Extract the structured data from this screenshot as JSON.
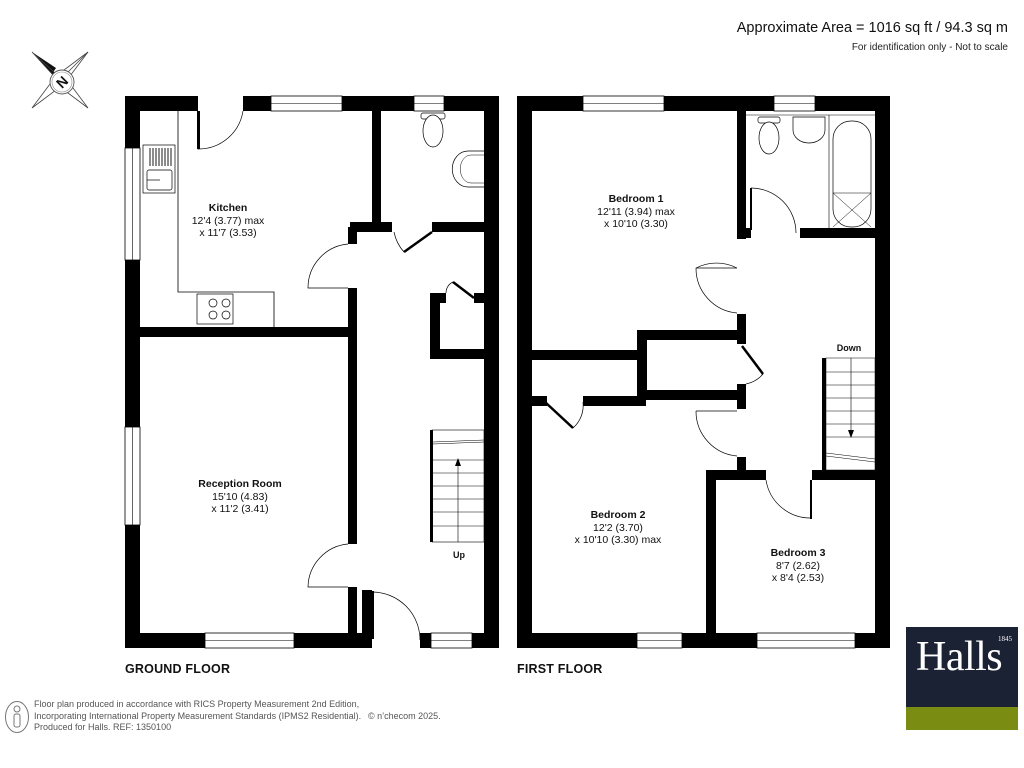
{
  "header": {
    "area_title": "Approximate Area = 1016 sq ft / 94.3 sq m",
    "area_note": "For identification only - Not to scale"
  },
  "compass": {
    "icon": "compass-north-icon",
    "letter": "N"
  },
  "ground_floor": {
    "title": "GROUND FLOOR",
    "rooms": [
      {
        "name": "Kitchen",
        "dim1": "12'4 (3.77) max",
        "dim2": "x 11'7 (3.53)"
      },
      {
        "name": "Reception Room",
        "dim1": "15'10 (4.83)",
        "dim2": "x 11'2 (3.41)"
      }
    ],
    "stairs_label": "Up"
  },
  "first_floor": {
    "title": "FIRST FLOOR",
    "rooms": [
      {
        "name": "Bedroom 1",
        "dim1": "12'11 (3.94) max",
        "dim2": "x 10'10 (3.30)"
      },
      {
        "name": "Bedroom 2",
        "dim1": "12'2 (3.70)",
        "dim2": "x 10'10 (3.30) max"
      },
      {
        "name": "Bedroom 3",
        "dim1": "8'7 (2.62)",
        "dim2": "x 8'4 (2.53)"
      }
    ],
    "stairs_label": "Down"
  },
  "footer": {
    "line1": "Floor plan produced in accordance with RICS Property Measurement 2nd Edition,",
    "line2": "Incorporating International Property Measurement Standards (IPMS2 Residential).",
    "line3": "Produced for Halls.   REF: 1350100",
    "copyright": "© n’checom 2025.",
    "icon": "person-info-icon"
  },
  "logo": {
    "word": "Halls",
    "year": "1845",
    "colors": {
      "navy": "#1b2233",
      "green": "#7a8d12"
    }
  }
}
